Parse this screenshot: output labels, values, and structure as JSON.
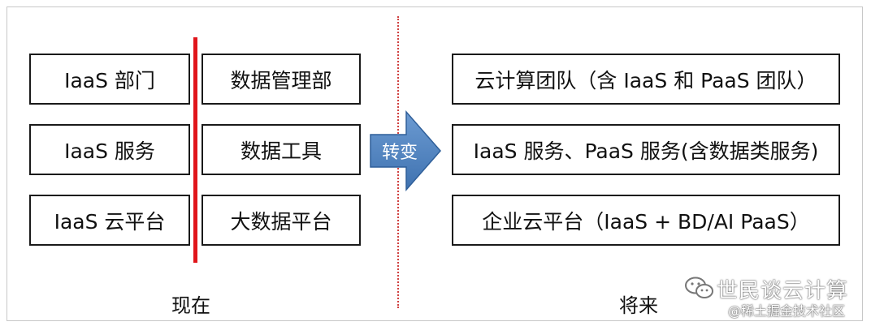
{
  "left": {
    "col1": [
      "IaaS 部门",
      "IaaS 服务",
      "IaaS 云平台"
    ],
    "col2": [
      "数据管理部",
      "数据工具",
      "大数据平台"
    ],
    "caption": "现在"
  },
  "transition": {
    "label": "转变"
  },
  "right": {
    "items": [
      "云计算团队（含 IaaS 和 PaaS 团队）",
      "IaaS 服务、PaaS 服务(含数据类服务)",
      "企业云平台（IaaS + BD/AI PaaS）"
    ],
    "caption": "将来"
  },
  "watermark": {
    "icon": "wechat-icon",
    "title": "世民谈云计算",
    "subtitle": "@稀土掘金技术社区"
  },
  "colors": {
    "divider": "#e0151b",
    "arrow": "#4f81bd",
    "dotted_line": "#d04040"
  }
}
